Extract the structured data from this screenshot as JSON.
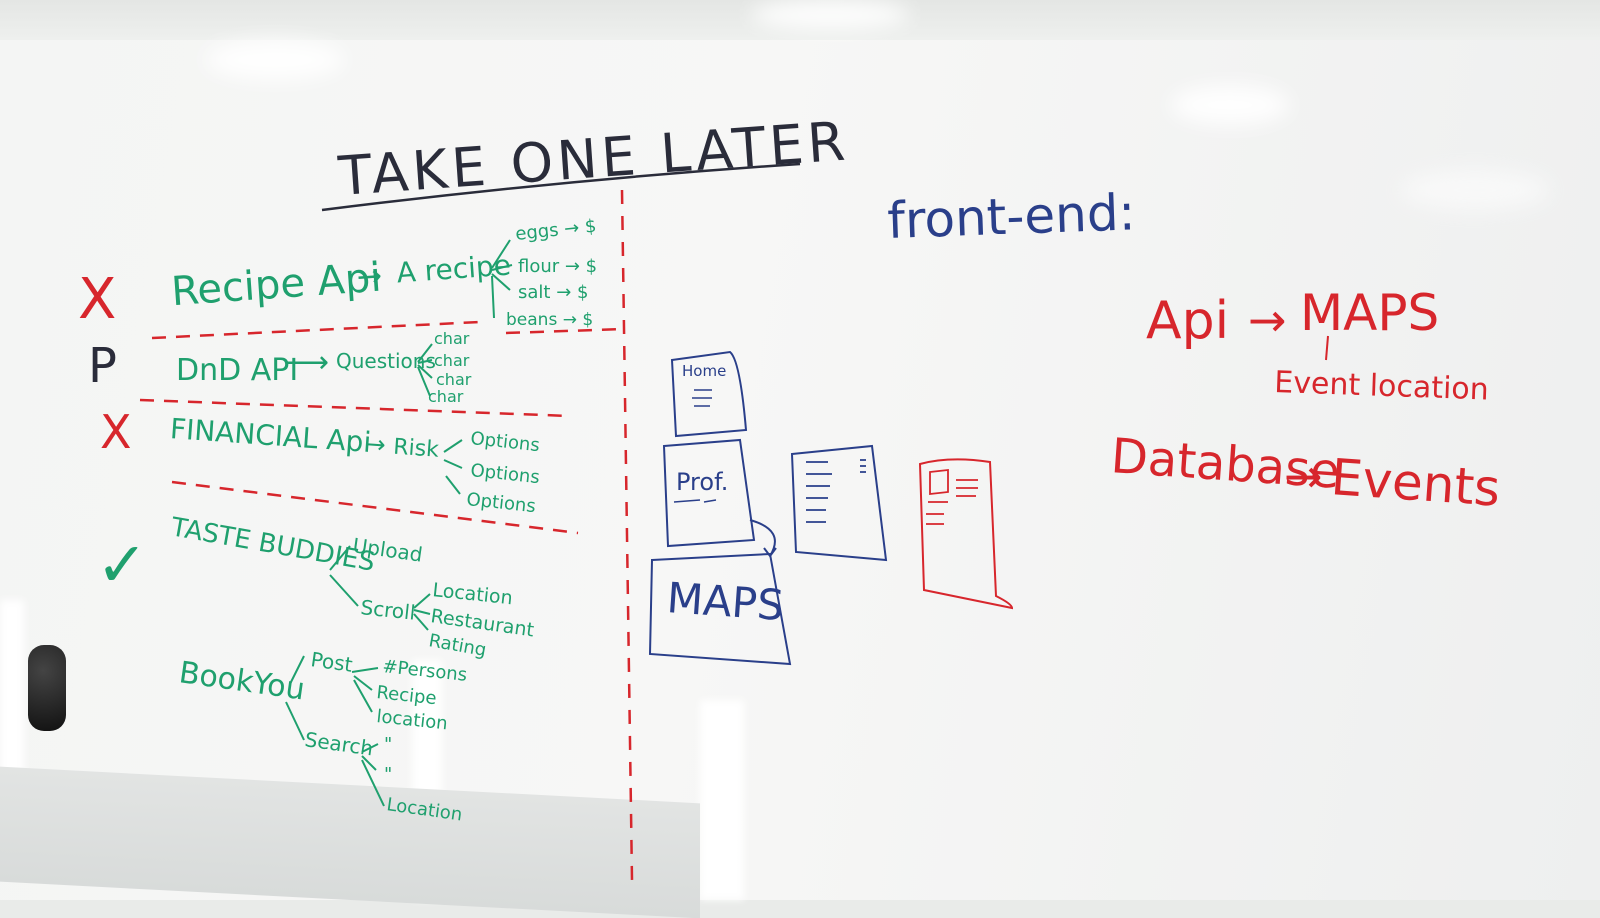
{
  "title": "TAKE ONE LATER",
  "marks": {
    "x1": "X",
    "p": "P",
    "x2": "X",
    "check": "✓"
  },
  "left": {
    "recipe": {
      "label": "Recipe Api",
      "arrow": "→",
      "result": "A recipe",
      "items": [
        "eggs → $",
        "flour → $",
        "salt → $",
        "beans → $"
      ]
    },
    "dnd": {
      "label": "DnD API",
      "arrow": "⟶",
      "result": "Questions",
      "items": [
        "char",
        "char",
        "char",
        "char"
      ]
    },
    "financial": {
      "label": "FINANCIAL Api",
      "arrow": "→",
      "result": "Risk",
      "items": [
        "Options",
        "Options",
        "Options"
      ]
    },
    "taste": {
      "label": "TASTE BUDDIES",
      "upload": "Upload",
      "scroll": "Scroll",
      "items": [
        "Location",
        "Restaurant",
        "Rating"
      ]
    },
    "bookyou": {
      "label": "BookYou",
      "post": "Post",
      "post_items": [
        "#Persons",
        "Recipe",
        "location"
      ],
      "search": "Search",
      "search_items": [
        "\"",
        "\"",
        "Location"
      ]
    }
  },
  "sketch": {
    "home": "Home",
    "prof": "Prof.",
    "maps": "MAPS"
  },
  "right": {
    "frontend": "front-end:",
    "api": "Api",
    "maps": "MAPS",
    "event_location": "Event location",
    "database": "Database",
    "events": "Events",
    "arrow": "→"
  },
  "colors": {
    "green": "#1fa06e",
    "red": "#d7262c",
    "blue": "#2a3f8a",
    "dark": "#2a2c3a"
  }
}
